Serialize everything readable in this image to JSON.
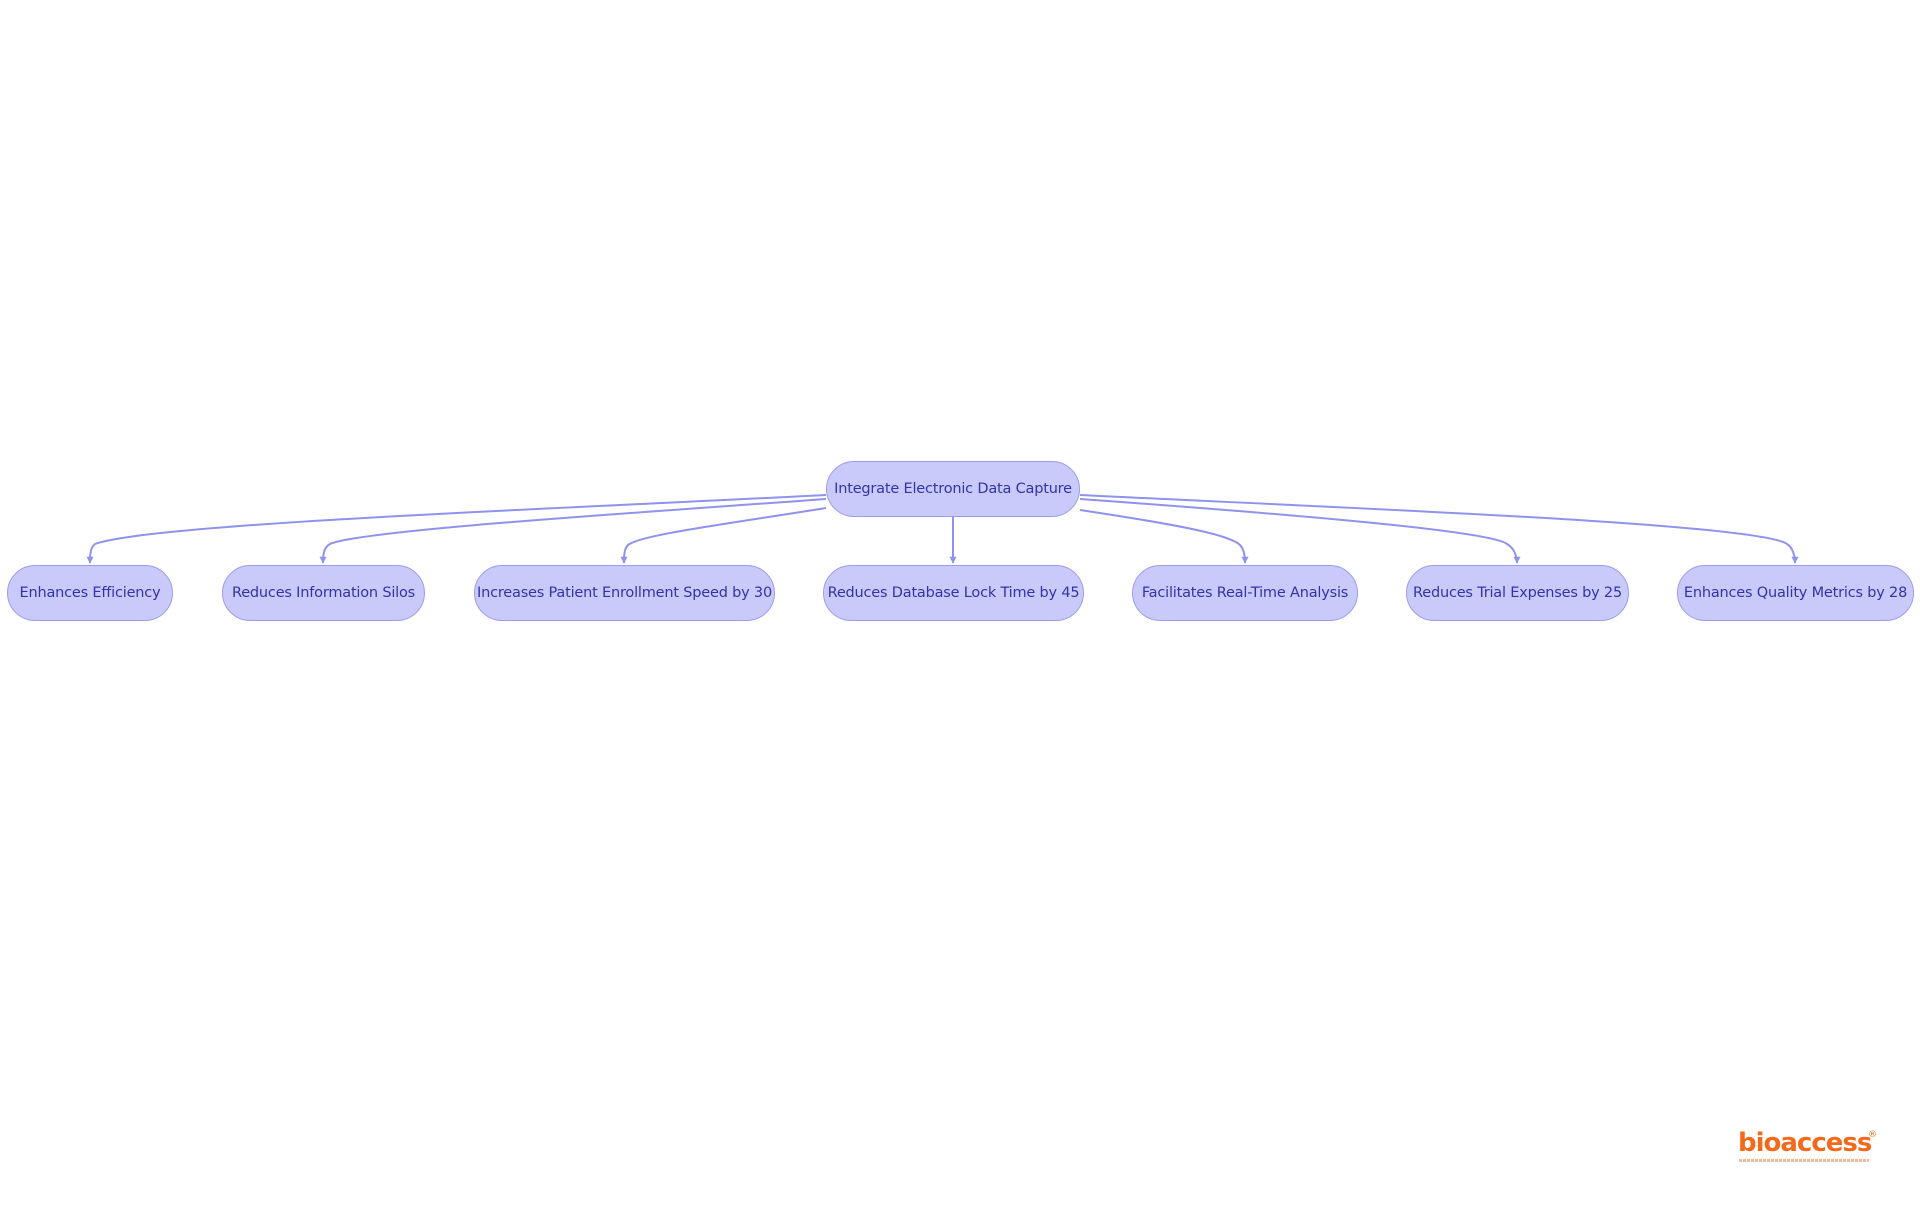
{
  "diagram": {
    "root": {
      "id": "root",
      "label": "Integrate Electronic Data Capture"
    },
    "children": [
      {
        "id": "c0",
        "label": "Enhances Efficiency"
      },
      {
        "id": "c1",
        "label": "Reduces Information Silos"
      },
      {
        "id": "c2",
        "label": "Increases Patient Enrollment Speed by 30"
      },
      {
        "id": "c3",
        "label": "Reduces Database Lock Time by 45"
      },
      {
        "id": "c4",
        "label": "Facilitates Real-Time Analysis"
      },
      {
        "id": "c5",
        "label": "Reduces Trial Expenses by 25"
      },
      {
        "id": "c6",
        "label": "Enhances Quality Metrics by 28"
      }
    ],
    "edges": [
      {
        "from": "root",
        "to": "c0"
      },
      {
        "from": "root",
        "to": "c1"
      },
      {
        "from": "root",
        "to": "c2"
      },
      {
        "from": "root",
        "to": "c3"
      },
      {
        "from": "root",
        "to": "c4"
      },
      {
        "from": "root",
        "to": "c5"
      },
      {
        "from": "root",
        "to": "c6"
      }
    ],
    "colors": {
      "node_fill": "#c9cafa",
      "node_border": "#9a9cf0",
      "node_text": "#3134a8",
      "edge": "#8f92ee"
    }
  },
  "logo": {
    "text": "bioaccess",
    "registered_mark": "®",
    "color": "#f26a1b"
  }
}
